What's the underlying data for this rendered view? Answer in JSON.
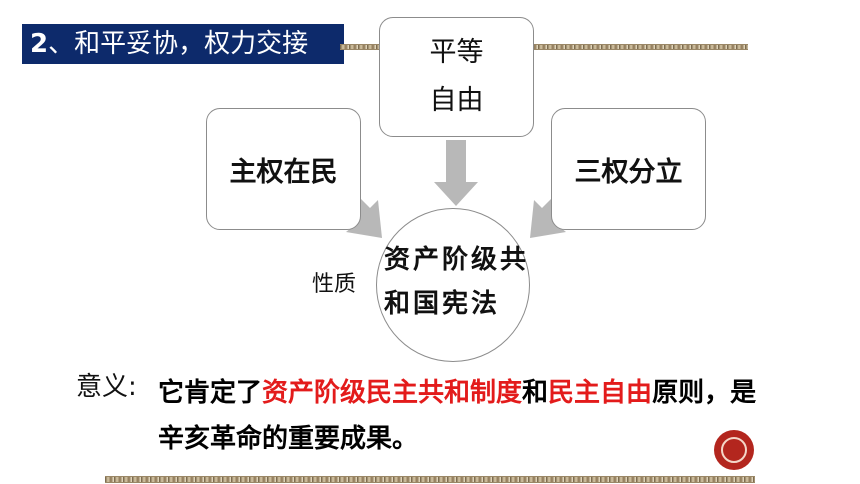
{
  "title": {
    "number": "2",
    "text": "、和平妥协，权力交接"
  },
  "boxes": {
    "top_line1": "平等",
    "top_line2": "自由",
    "left": "主权在民",
    "right": "三权分立"
  },
  "center": {
    "text": "资产阶级共和国宪法",
    "nature_label": "性质"
  },
  "significance": {
    "label": "意义:",
    "part1": "它肯定了",
    "part2": "资产阶级民主共和制度",
    "part3": "和",
    "part4": "民主自由",
    "part5": "原则，是辛亥革命的重要成果。"
  },
  "colors": {
    "title_bg": "#0d2a6b",
    "highlight": "#e31b1b",
    "arrow": "#b8b8b8"
  },
  "icons": {
    "seal": "seal-icon"
  }
}
